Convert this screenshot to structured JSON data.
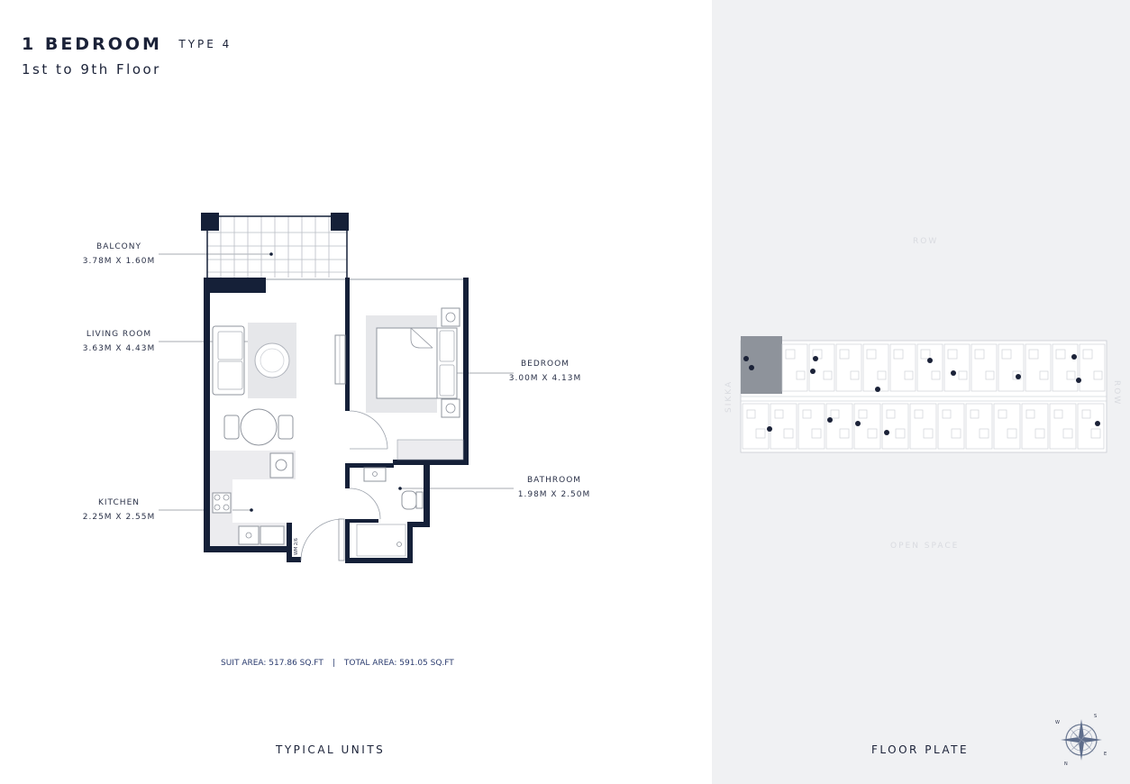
{
  "header": {
    "title": "1 BEDROOM",
    "type": "TYPE 4",
    "floors": "1st to 9th Floor"
  },
  "rooms": {
    "balcony": {
      "name": "BALCONY",
      "size": "3.78M X 1.60M"
    },
    "living": {
      "name": "LIVING ROOM",
      "size": "3.63M X 4.43M"
    },
    "kitchen": {
      "name": "KITCHEN",
      "size": "2.25M X 2.55M"
    },
    "bedroom": {
      "name": "BEDROOM",
      "size": "3.00M X 4.13M"
    },
    "bathroom": {
      "name": "BATHROOM",
      "size": "1.98M X 2.50M"
    }
  },
  "plan_marks": {
    "wardrobe_tag": "WM 2/6"
  },
  "areas": {
    "suit": "SUIT AREA: 517.86 SQ.FT",
    "separator": "|",
    "total": "TOTAL AREA: 591.05 SQ.FT"
  },
  "captions": {
    "left": "TYPICAL UNITS",
    "right": "FLOOR PLATE"
  },
  "floor_plate": {
    "top": "ROW",
    "left": "SIKKA",
    "right": "ROW",
    "bottom": "OPEN SPACE"
  },
  "compass": {
    "n": "N",
    "e": "E",
    "s": "S",
    "w": "W"
  },
  "colors": {
    "wall": "#152038",
    "highlight": "#8e939b",
    "panel": "#f0f1f3"
  }
}
